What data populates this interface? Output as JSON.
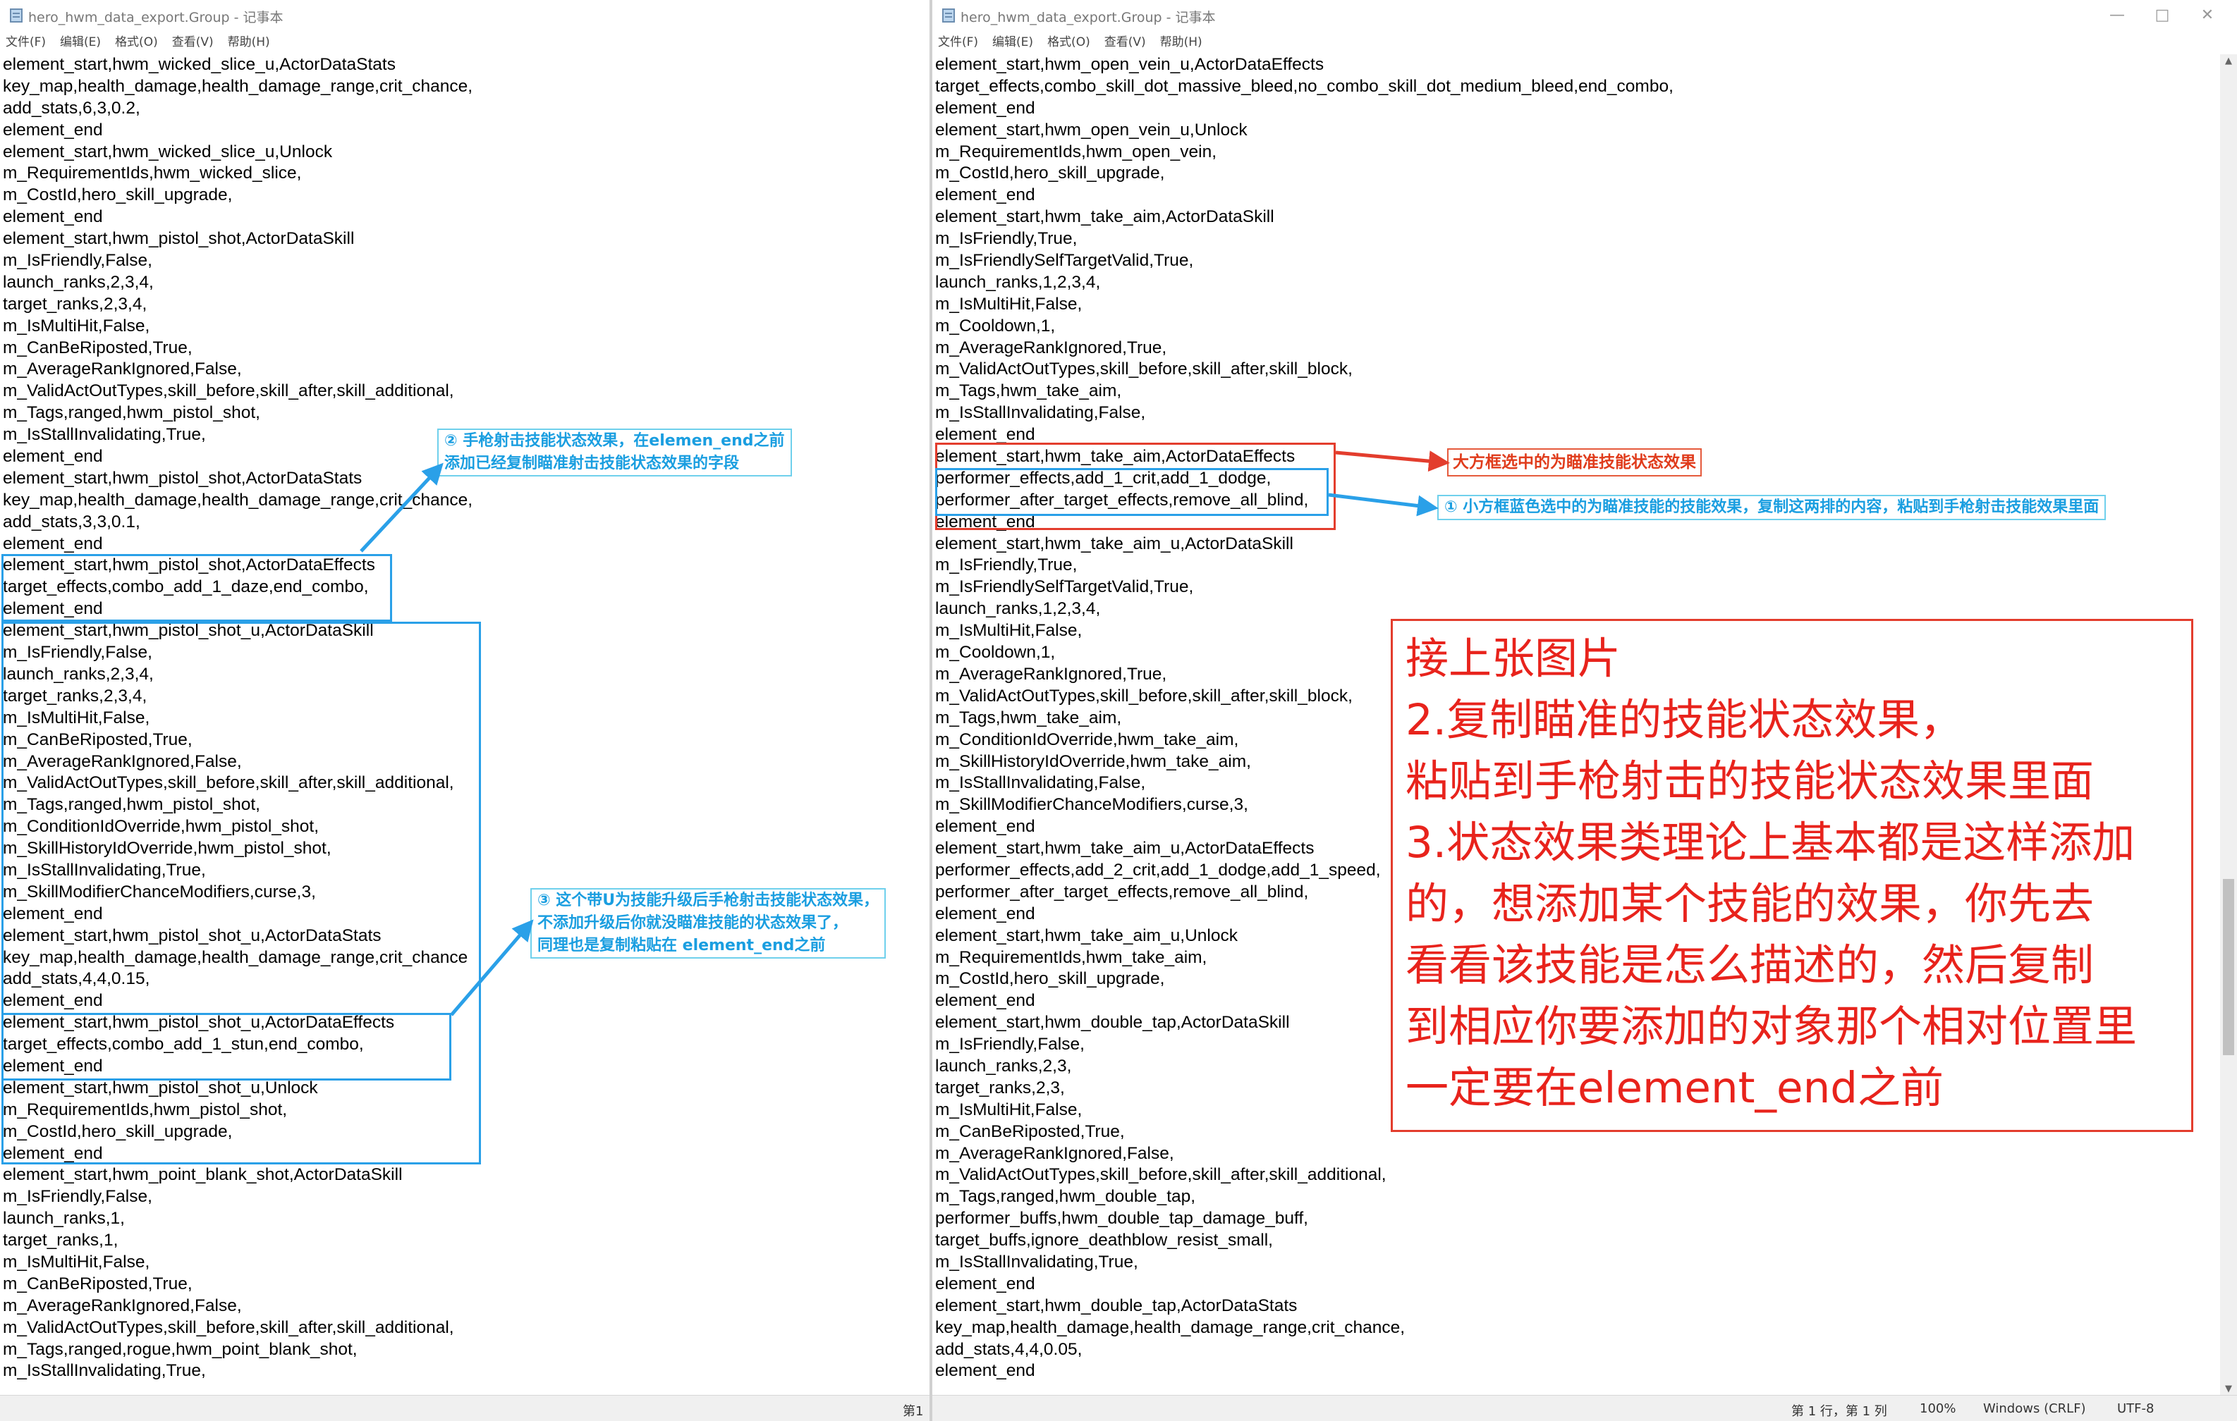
{
  "left_window": {
    "title": "hero_hwm_data_export.Group - 记事本",
    "menus": [
      "文件(F)",
      "编辑(E)",
      "格式(O)",
      "查看(V)",
      "帮助(H)"
    ],
    "lines": [
      "element_start,hwm_wicked_slice_u,ActorDataStats",
      "key_map,health_damage,health_damage_range,crit_chance,",
      "add_stats,6,3,0.2,",
      "element_end",
      "element_start,hwm_wicked_slice_u,Unlock",
      "m_RequirementIds,hwm_wicked_slice,",
      "m_CostId,hero_skill_upgrade,",
      "element_end",
      "element_start,hwm_pistol_shot,ActorDataSkill",
      "m_IsFriendly,False,",
      "launch_ranks,2,3,4,",
      "target_ranks,2,3,4,",
      "m_IsMultiHit,False,",
      "m_CanBeRiposted,True,",
      "m_AverageRankIgnored,False,",
      "m_ValidActOutTypes,skill_before,skill_after,skill_additional,",
      "m_Tags,ranged,hwm_pistol_shot,",
      "m_IsStallInvalidating,True,",
      "element_end",
      "element_start,hwm_pistol_shot,ActorDataStats",
      "key_map,health_damage,health_damage_range,crit_chance,",
      "add_stats,3,3,0.1,",
      "element_end",
      "element_start,hwm_pistol_shot,ActorDataEffects",
      "target_effects,combo_add_1_daze,end_combo,",
      "element_end",
      "element_start,hwm_pistol_shot_u,ActorDataSkill",
      "m_IsFriendly,False,",
      "launch_ranks,2,3,4,",
      "target_ranks,2,3,4,",
      "m_IsMultiHit,False,",
      "m_CanBeRiposted,True,",
      "m_AverageRankIgnored,False,",
      "m_ValidActOutTypes,skill_before,skill_after,skill_additional,",
      "m_Tags,ranged,hwm_pistol_shot,",
      "m_ConditionIdOverride,hwm_pistol_shot,",
      "m_SkillHistoryIdOverride,hwm_pistol_shot,",
      "m_IsStallInvalidating,True,",
      "m_SkillModifierChanceModifiers,curse,3,",
      "element_end",
      "element_start,hwm_pistol_shot_u,ActorDataStats",
      "key_map,health_damage,health_damage_range,crit_chance",
      "add_stats,4,4,0.15,",
      "element_end",
      "element_start,hwm_pistol_shot_u,ActorDataEffects",
      "target_effects,combo_add_1_stun,end_combo,",
      "element_end",
      "element_start,hwm_pistol_shot_u,Unlock",
      "m_RequirementIds,hwm_pistol_shot,",
      "m_CostId,hero_skill_upgrade,",
      "element_end",
      "element_start,hwm_point_blank_shot,ActorDataSkill",
      "m_IsFriendly,False,",
      "launch_ranks,1,",
      "target_ranks,1,",
      "m_IsMultiHit,False,",
      "m_CanBeRiposted,True,",
      "m_AverageRankIgnored,False,",
      "m_ValidActOutTypes,skill_before,skill_after,skill_additional,",
      "m_Tags,ranged,rogue,hwm_point_blank_shot,",
      "m_IsStallInvalidating,True,"
    ],
    "status_line": "第1"
  },
  "right_window": {
    "title": "hero_hwm_data_export.Group - 记事本",
    "menus": [
      "文件(F)",
      "编辑(E)",
      "格式(O)",
      "查看(V)",
      "帮助(H)"
    ],
    "lines": [
      "element_start,hwm_open_vein_u,ActorDataEffects",
      "target_effects,combo_skill_dot_massive_bleed,no_combo_skill_dot_medium_bleed,end_combo,",
      "element_end",
      "element_start,hwm_open_vein_u,Unlock",
      "m_RequirementIds,hwm_open_vein,",
      "m_CostId,hero_skill_upgrade,",
      "element_end",
      "element_start,hwm_take_aim,ActorDataSkill",
      "m_IsFriendly,True,",
      "m_IsFriendlySelfTargetValid,True,",
      "launch_ranks,1,2,3,4,",
      "m_IsMultiHit,False,",
      "m_Cooldown,1,",
      "m_AverageRankIgnored,True,",
      "m_ValidActOutTypes,skill_before,skill_after,skill_block,",
      "m_Tags,hwm_take_aim,",
      "m_IsStallInvalidating,False,",
      "element_end",
      "element_start,hwm_take_aim,ActorDataEffects",
      "performer_effects,add_1_crit,add_1_dodge,",
      "performer_after_target_effects,remove_all_blind,",
      "element_end",
      "element_start,hwm_take_aim_u,ActorDataSkill",
      "m_IsFriendly,True,",
      "m_IsFriendlySelfTargetValid,True,",
      "launch_ranks,1,2,3,4,",
      "m_IsMultiHit,False,",
      "m_Cooldown,1,",
      "m_AverageRankIgnored,True,",
      "m_ValidActOutTypes,skill_before,skill_after,skill_block,",
      "m_Tags,hwm_take_aim,",
      "m_ConditionIdOverride,hwm_take_aim,",
      "m_SkillHistoryIdOverride,hwm_take_aim,",
      "m_IsStallInvalidating,False,",
      "m_SkillModifierChanceModifiers,curse,3,",
      "element_end",
      "element_start,hwm_take_aim_u,ActorDataEffects",
      "performer_effects,add_2_crit,add_1_dodge,add_1_speed,",
      "performer_after_target_effects,remove_all_blind,",
      "element_end",
      "element_start,hwm_take_aim_u,Unlock",
      "m_RequirementIds,hwm_take_aim,",
      "m_CostId,hero_skill_upgrade,",
      "element_end",
      "element_start,hwm_double_tap,ActorDataSkill",
      "m_IsFriendly,False,",
      "launch_ranks,2,3,",
      "target_ranks,2,3,",
      "m_IsMultiHit,False,",
      "m_CanBeRiposted,True,",
      "m_AverageRankIgnored,False,",
      "m_ValidActOutTypes,skill_before,skill_after,skill_additional,",
      "m_Tags,ranged,hwm_double_tap,",
      "performer_buffs,hwm_double_tap_damage_buff,",
      "target_buffs,ignore_deathblow_resist_small,",
      "m_IsStallInvalidating,True,",
      "element_end",
      "element_start,hwm_double_tap,ActorDataStats",
      "key_map,health_damage,health_damage_range,crit_chance,",
      "add_stats,4,4,0.05,",
      "element_end"
    ],
    "status": {
      "position": "第 1 行，第 1 列",
      "zoom": "100%",
      "line_ending": "Windows (CRLF)",
      "encoding": "UTF-8"
    }
  },
  "annotations": {
    "note2_lines": [
      "② 手枪射击技能状态效果，在elemen_end之前",
      "添加已经复制瞄准射击技能状态效果的字段"
    ],
    "note3_lines": [
      "③ 这个带U为技能升级后手枪射击技能状态效果，",
      "不添加升级后你就没瞄准技能的状态效果了，",
      "同理也是复制粘贴在 element_end之前"
    ],
    "red_label": "大方框选中的为瞄准技能状态效果",
    "note1": "① 小方框蓝色选中的为瞄准技能的技能效果，复制这两排的内容，粘贴到手枪射击技能效果里面",
    "big_note": [
      "接上张图片",
      "2.复制瞄准的技能状态效果，",
      "粘贴到手枪射击的技能状态效果里面",
      "3.状态效果类理论上基本都是这样添加",
      "的，想添加某个技能的效果，你先去",
      "看看该技能是怎么描述的，然后复制",
      "到相应你要添加的对象那个相对位置里",
      "一定要在element_end之前"
    ]
  },
  "colors": {
    "annotation_blue": "#1a9ee0",
    "annotation_red": "#e8231c",
    "box_blue": "#2aa0e8",
    "box_red": "#e33d2d"
  }
}
